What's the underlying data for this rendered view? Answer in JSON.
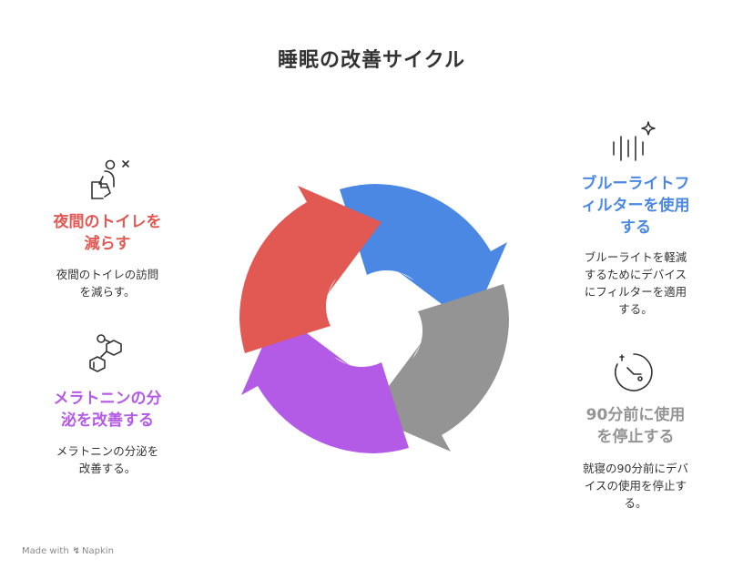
{
  "title": "睡眠の改善サイクル",
  "colors": {
    "red": "#E25852",
    "blue": "#4A88E4",
    "gray": "#949494",
    "purple": "#B35AE6",
    "text": "#333333",
    "muted": "#8A8A8A"
  },
  "steps": [
    {
      "heading_line1": "夜間のトイレを",
      "heading_line2": "減らす",
      "desc_line1": "夜間のトイレの訪問",
      "desc_line2": "を減らす。",
      "icon": "toilet-person-icon",
      "color": "red"
    },
    {
      "heading_line1": "ブルーライトフ",
      "heading_line2": "ィルターを使用",
      "heading_line3": "する",
      "desc_line1": "ブルーライトを軽減",
      "desc_line2": "するためにデバイス",
      "desc_line3": "にフィルターを適用",
      "desc_line4": "する。",
      "icon": "light-sparkle-icon",
      "color": "blue"
    },
    {
      "heading_line1": "90分前に使用",
      "heading_line2": "を停止する",
      "desc_line1": "就寝の90分前にデバ",
      "desc_line2": "イスの使用を停止す",
      "desc_line3": "る。",
      "icon": "clock-icon",
      "color": "gray"
    },
    {
      "heading_line1": "メラトニンの分",
      "heading_line2": "泌を改善する",
      "desc_line1": "メラトニンの分泌を",
      "desc_line2": "改善する。",
      "icon": "molecule-icon",
      "color": "purple"
    }
  ],
  "footer": {
    "made_with": "Made with",
    "brand": "Napkin"
  }
}
